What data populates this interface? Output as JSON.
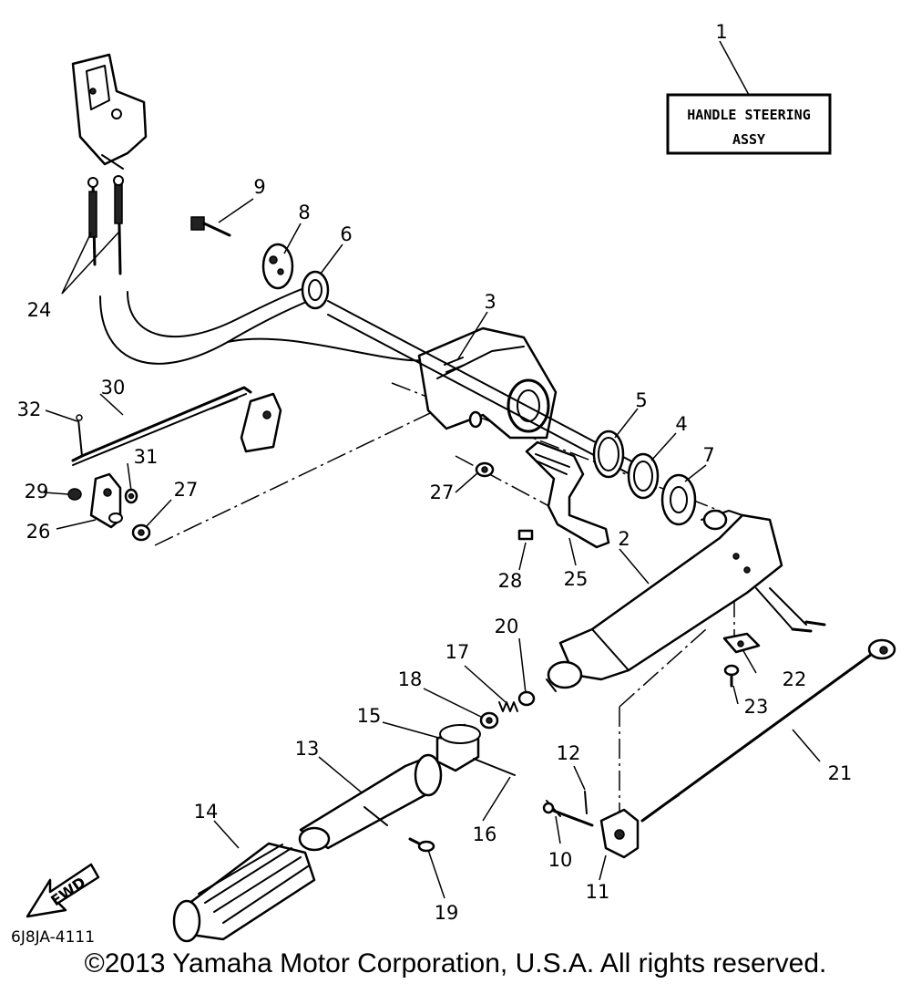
{
  "title_box": {
    "line1": "HANDLE STEERING",
    "line2": "ASSY"
  },
  "diagram_code": "6J8JA-4111",
  "direction_label": "FWD",
  "copyright": "©2013 Yamaha Motor Corporation, U.S.A. All rights reserved.",
  "callouts": {
    "c1": "1",
    "c2": "2",
    "c3": "3",
    "c4": "4",
    "c5": "5",
    "c6": "6",
    "c7": "7",
    "c8": "8",
    "c9": "9",
    "c10": "10",
    "c11": "11",
    "c12": "12",
    "c13": "13",
    "c14": "14",
    "c15": "15",
    "c16": "16",
    "c17": "17",
    "c18": "18",
    "c19": "19",
    "c20": "20",
    "c21": "21",
    "c22": "22",
    "c23": "23",
    "c24": "24",
    "c25": "25",
    "c26": "26",
    "c27a": "27",
    "c27b": "27",
    "c28": "28",
    "c29": "29",
    "c30": "30",
    "c31": "31",
    "c32": "32"
  }
}
